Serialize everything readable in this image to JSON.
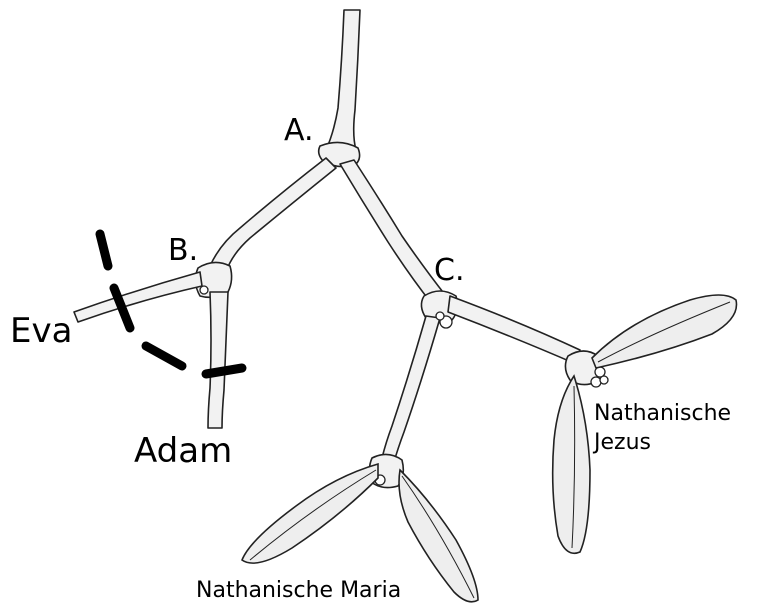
{
  "labels": {
    "node_a": "A.",
    "node_b": "B.",
    "node_c": "C.",
    "eva": "Eva",
    "adam": "Adam",
    "jezus_line1": "Nathanische",
    "jezus_line2": "Jezus",
    "maria": "Nathanische Maria"
  },
  "colors": {
    "ink": "#000000",
    "stem_fill": "#f2f2f2",
    "leaf_fill": "#eeeeee",
    "background": "#ffffff"
  }
}
